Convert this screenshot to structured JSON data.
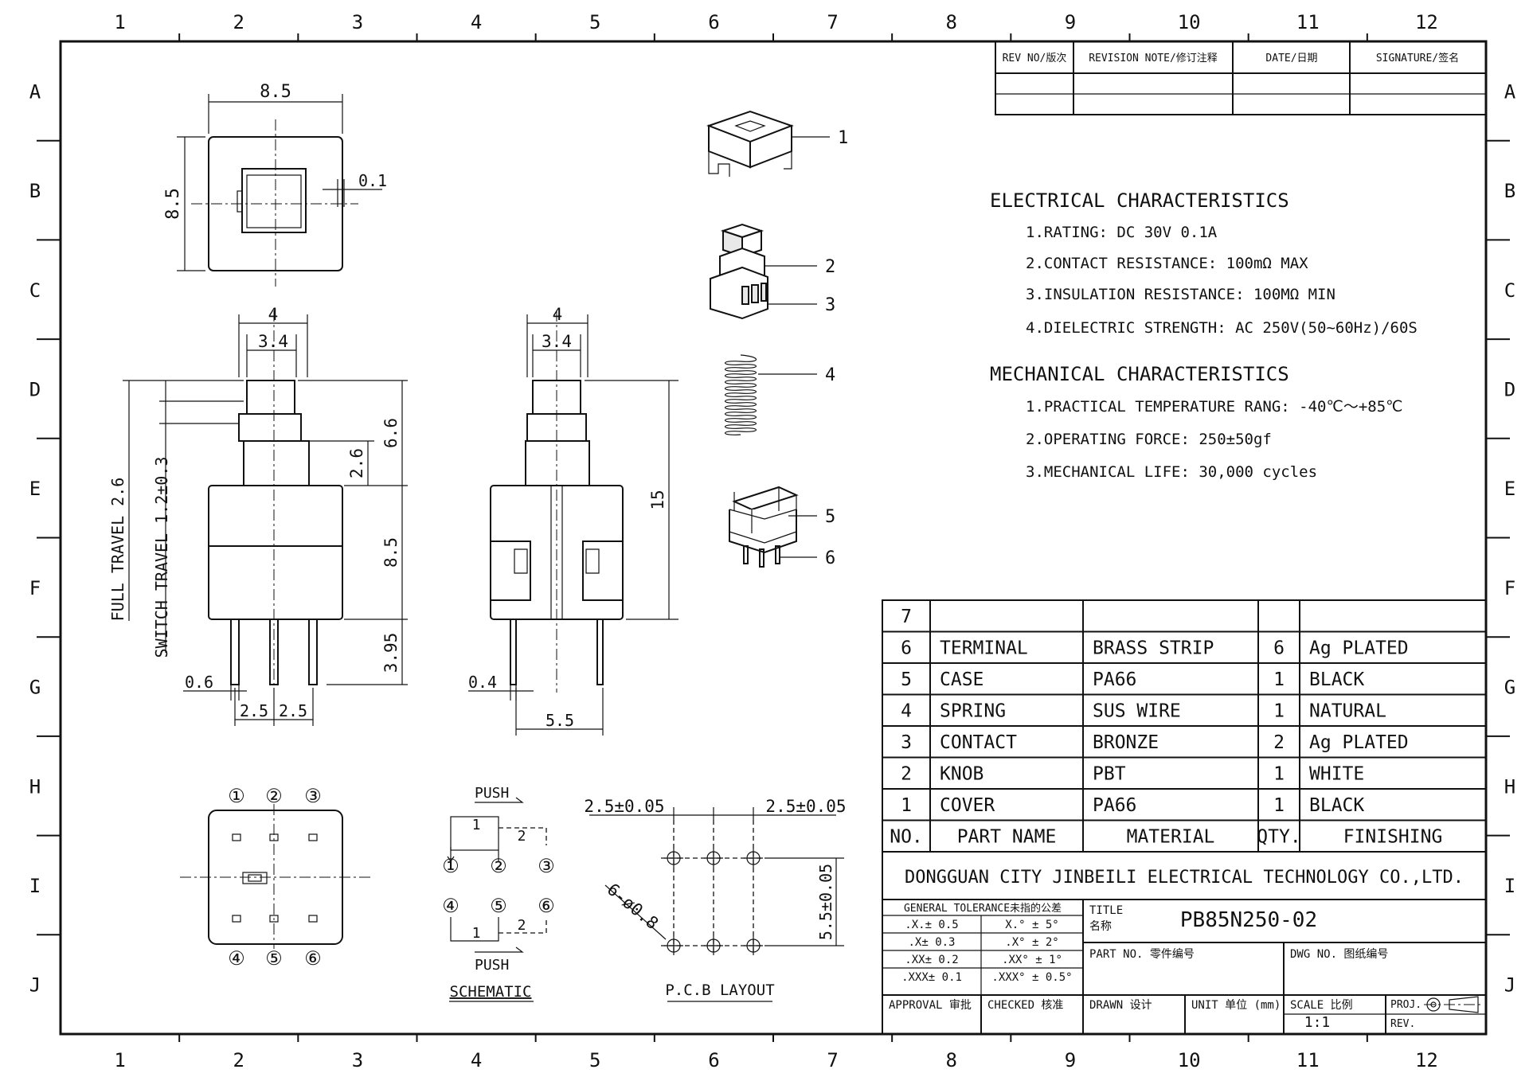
{
  "border": {
    "columns": [
      "1",
      "2",
      "3",
      "4",
      "5",
      "6",
      "7",
      "8",
      "9",
      "10",
      "11",
      "12"
    ],
    "rows": [
      "A",
      "B",
      "C",
      "D",
      "E",
      "F",
      "G",
      "H",
      "I",
      "J"
    ]
  },
  "revision": {
    "headers": [
      "REV NO/版次",
      "REVISION NOTE/修订注释",
      "DATE/日期",
      "SIGNATURE/签名"
    ]
  },
  "electrical": {
    "title": "ELECTRICAL CHARACTERISTICS",
    "items": [
      "1.RATING: DC 30V 0.1A",
      "2.CONTACT RESISTANCE: 100mΩ MAX",
      "3.INSULATION RESISTANCE: 100MΩ MIN",
      "4.DIELECTRIC STRENGTH: AC 250V(50~60Hz)/60S"
    ]
  },
  "mechanical": {
    "title": "MECHANICAL CHARACTERISTICS",
    "items": [
      "1.PRACTICAL TEMPERATURE RANG: -40℃～+85℃",
      "2.OPERATING FORCE: 250±50gf",
      "3.MECHANICAL LIFE: 30,000 cycles"
    ]
  },
  "top_view": {
    "width": "8.5",
    "height": "8.5",
    "gap": "0.1"
  },
  "front_view": {
    "dims": {
      "w4": "4",
      "w34": "3.4",
      "h66": "6.6",
      "h26": "2.6",
      "h85": "8.5",
      "h395": "3.95",
      "pin": "0.6",
      "p1": "2.5",
      "p2": "2.5",
      "full_travel": "FULL TRAVEL 2.6",
      "switch_travel": "SWITCH TRAVEL 1.2±0.3"
    }
  },
  "side_view": {
    "dims": {
      "w4": "4",
      "w34": "3.4",
      "h15": "15",
      "pin": "0.4",
      "w55": "5.5"
    }
  },
  "exploded": {
    "callouts": [
      "1",
      "2",
      "3",
      "4",
      "5",
      "6"
    ]
  },
  "bottom_view": {
    "pins_top": [
      "①",
      "②",
      "③"
    ],
    "pins_bottom": [
      "④",
      "⑤",
      "⑥"
    ]
  },
  "schematic": {
    "label": "SCHEMATIC",
    "push_top": "PUSH",
    "push_bottom": "PUSH",
    "top_pins": [
      "①",
      "②",
      "③"
    ],
    "bottom_pins": [
      "④",
      "⑤",
      "⑥"
    ],
    "pos1": "1",
    "pos2": "2",
    "pos1b": "1",
    "pos2b": "2"
  },
  "pcb": {
    "label": "P.C.B LAYOUT",
    "pitch_left": "2.5±0.05",
    "pitch_right": "2.5±0.05",
    "row_gap": "5.5±0.05",
    "holes": "6-ø0.8"
  },
  "bom": {
    "headers": [
      "NO.",
      "PART NAME",
      "MATERIAL",
      "QTY.",
      "FINISHING"
    ],
    "rows": [
      {
        "no": "7",
        "part": "",
        "material": "",
        "qty": "",
        "finish": ""
      },
      {
        "no": "6",
        "part": "TERMINAL",
        "material": "BRASS STRIP",
        "qty": "6",
        "finish": "Ag PLATED"
      },
      {
        "no": "5",
        "part": "CASE",
        "material": "PA66",
        "qty": "1",
        "finish": "BLACK"
      },
      {
        "no": "4",
        "part": "SPRING",
        "material": "SUS WIRE",
        "qty": "1",
        "finish": "NATURAL"
      },
      {
        "no": "3",
        "part": "CONTACT",
        "material": "BRONZE",
        "qty": "2",
        "finish": "Ag PLATED"
      },
      {
        "no": "2",
        "part": "KNOB",
        "material": "PBT",
        "qty": "1",
        "finish": "WHITE"
      },
      {
        "no": "1",
        "part": "COVER",
        "material": "PA66",
        "qty": "1",
        "finish": "BLACK"
      }
    ]
  },
  "title_block": {
    "company": "DONGGUAN CITY JINBEILI ELECTRICAL TECHNOLOGY CO.,LTD.",
    "tolerance_header": "GENERAL TOLERANCE未指的公差",
    "tolerances": [
      [
        ".X.± 0.5",
        "X.° ± 5°"
      ],
      [
        ".X± 0.3",
        ".X° ± 2°"
      ],
      [
        ".XX± 0.2",
        ".XX° ± 1°"
      ],
      [
        ".XXX± 0.1",
        ".XXX° ± 0.5°"
      ]
    ],
    "title_label": "TITLE",
    "title_label_cn": "名称",
    "title_value": "PB85N250-02",
    "part_no_label": "PART NO. 零件编号",
    "dwg_no_label": "DWG NO. 图纸编号",
    "approval": "APPROVAL 审批",
    "checked": "CHECKED 核准",
    "drawn": "DRAWN 设计",
    "unit": "UNIT 单位 (mm)",
    "scale_label": "SCALE 比例",
    "scale_value": "1:1",
    "proj": "PROJ.",
    "rev": "REV."
  }
}
